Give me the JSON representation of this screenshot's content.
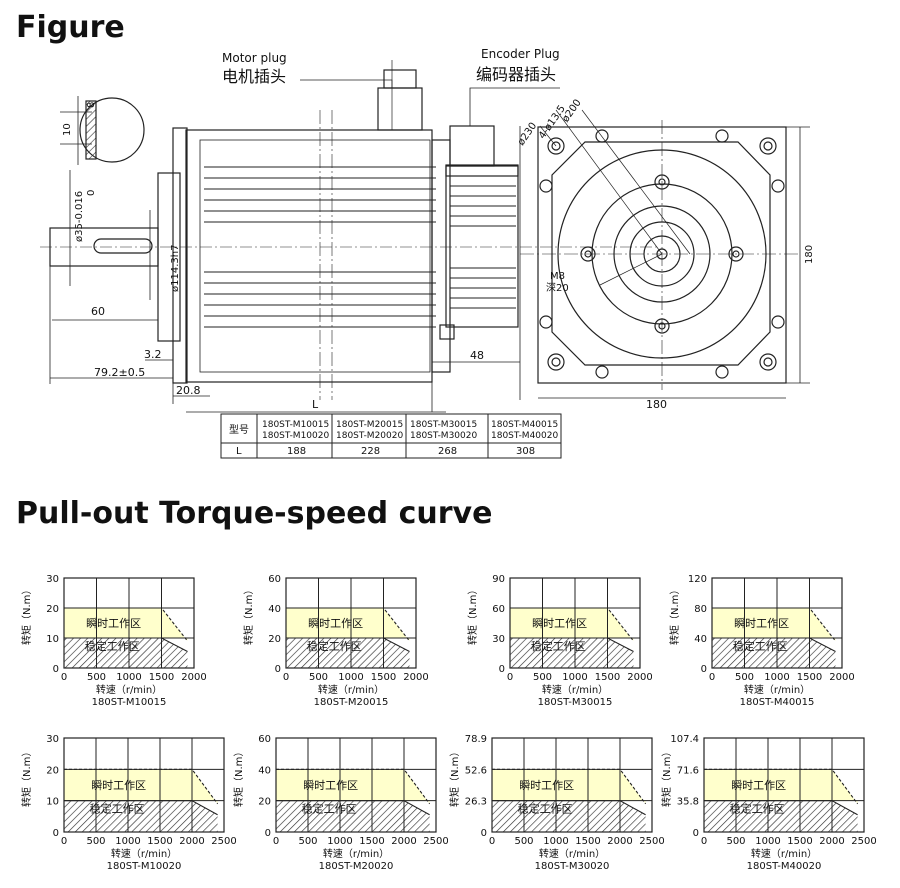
{
  "headings": {
    "figure": "Figure",
    "curves": "Pull-out Torque-speed curve"
  },
  "drawing": {
    "motor_plug_en": "Motor plug",
    "motor_plug_cn": "电机插头",
    "encoder_plug_en": "Encoder Plug",
    "encoder_plug_cn": "编码器插头",
    "dims": {
      "key_8": "8",
      "key_10": "10",
      "shaft_dia": "ø35-0.016",
      "shaft_dia_0": "0",
      "spigot": "ø114.3h7",
      "shaft_len": "60",
      "d_3_2": "3.2",
      "d_79_2": "79.2±0.5",
      "d_20_8": "20.8",
      "d_L": "L",
      "d_48": "48",
      "holes": "4-ø13.5",
      "pcd": "ø200",
      "d_230": "ø230",
      "side_180": "180",
      "bottom_180": "180",
      "m8": "M8",
      "m8_depth": "深20"
    },
    "table": {
      "header_label": "型号",
      "models": [
        [
          "180ST-M10015",
          "180ST-M10020"
        ],
        [
          "180ST-M20015",
          "180ST-M20020"
        ],
        [
          "180ST-M30015",
          "180ST-M30020"
        ],
        [
          "180ST-M40015",
          "180ST-M40020"
        ]
      ],
      "row_label": "L",
      "lengths": [
        "188",
        "228",
        "268",
        "308"
      ]
    }
  },
  "chart_labels": {
    "ylabel": "转矩（N.m）",
    "xlabel": "转速（r/min）",
    "peak_zone": "瞬时工作区",
    "rated_zone": "稳定工作区"
  },
  "colors": {
    "peak_fill": "#ffffcc",
    "hatch": "#333333"
  },
  "chart_data": [
    {
      "type": "area",
      "title": "180ST-M10015",
      "x": [
        0,
        500,
        1000,
        1500,
        2000
      ],
      "xlim": [
        0,
        2000
      ],
      "yticks": [
        "0",
        "10",
        "20",
        "30"
      ],
      "ylim": [
        0,
        30
      ],
      "rated_torque": 10,
      "peak_torque": 20,
      "rated_speed": 1500,
      "max_speed": 1900,
      "xlabel": "转速（r/min）",
      "ylabel": "转矩（N.m）"
    },
    {
      "type": "area",
      "title": "180ST-M20015",
      "x": [
        0,
        500,
        1000,
        1500,
        2000
      ],
      "xlim": [
        0,
        2000
      ],
      "yticks": [
        "0",
        "20",
        "40",
        "60"
      ],
      "ylim": [
        0,
        60
      ],
      "rated_torque": 20,
      "peak_torque": 40,
      "rated_speed": 1500,
      "max_speed": 1900,
      "xlabel": "转速（r/min）",
      "ylabel": "转矩（N.m）"
    },
    {
      "type": "area",
      "title": "180ST-M30015",
      "x": [
        0,
        500,
        1000,
        1500,
        2000
      ],
      "xlim": [
        0,
        2000
      ],
      "yticks": [
        "0",
        "30",
        "60",
        "90"
      ],
      "ylim": [
        0,
        90
      ],
      "rated_torque": 30,
      "peak_torque": 60,
      "rated_speed": 1500,
      "max_speed": 1900,
      "xlabel": "转速（r/min）",
      "ylabel": "转矩（N.m）"
    },
    {
      "type": "area",
      "title": "180ST-M40015",
      "x": [
        0,
        500,
        1000,
        1500,
        2000
      ],
      "xlim": [
        0,
        2000
      ],
      "yticks": [
        "0",
        "40",
        "80",
        "120"
      ],
      "ylim": [
        0,
        120
      ],
      "rated_torque": 40,
      "peak_torque": 80,
      "rated_speed": 1500,
      "max_speed": 1900,
      "xlabel": "转速（r/min）",
      "ylabel": "转矩（N.m）"
    },
    {
      "type": "area",
      "title": "180ST-M10020",
      "x": [
        0,
        500,
        1000,
        1500,
        2000,
        2500
      ],
      "xlim": [
        0,
        2500
      ],
      "yticks": [
        "0",
        "10",
        "20",
        "30"
      ],
      "ylim": [
        0,
        30
      ],
      "rated_torque": 10,
      "peak_torque": 20,
      "rated_speed": 2000,
      "max_speed": 2400,
      "xlabel": "转速（r/min）",
      "ylabel": "转矩（N.m）"
    },
    {
      "type": "area",
      "title": "180ST-M20020",
      "x": [
        0,
        500,
        1000,
        1500,
        2000,
        2500
      ],
      "xlim": [
        0,
        2500
      ],
      "yticks": [
        "0",
        "20",
        "40",
        "60"
      ],
      "ylim": [
        0,
        60
      ],
      "rated_torque": 20,
      "peak_torque": 40,
      "rated_speed": 2000,
      "max_speed": 2400,
      "xlabel": "转速（r/min）",
      "ylabel": "转矩（N.m）"
    },
    {
      "type": "area",
      "title": "180ST-M30020",
      "x": [
        0,
        500,
        1000,
        1500,
        2000,
        2500
      ],
      "xlim": [
        0,
        2500
      ],
      "yticks": [
        "0",
        "26.3",
        "52.6",
        "78.9"
      ],
      "ylim": [
        0,
        78.9
      ],
      "rated_torque": 26.3,
      "peak_torque": 52.6,
      "rated_speed": 2000,
      "max_speed": 2400,
      "xlabel": "转速（r/min）",
      "ylabel": "转矩（N.m）"
    },
    {
      "type": "area",
      "title": "180ST-M40020",
      "x": [
        0,
        500,
        1000,
        1500,
        2000,
        2500
      ],
      "xlim": [
        0,
        2500
      ],
      "yticks": [
        "0",
        "35.8",
        "71.6",
        "107.4"
      ],
      "ylim": [
        0,
        107.4
      ],
      "rated_torque": 35.8,
      "peak_torque": 71.6,
      "rated_speed": 2000,
      "max_speed": 2400,
      "xlabel": "转速（r/min）",
      "ylabel": "转矩（N.m）"
    }
  ]
}
